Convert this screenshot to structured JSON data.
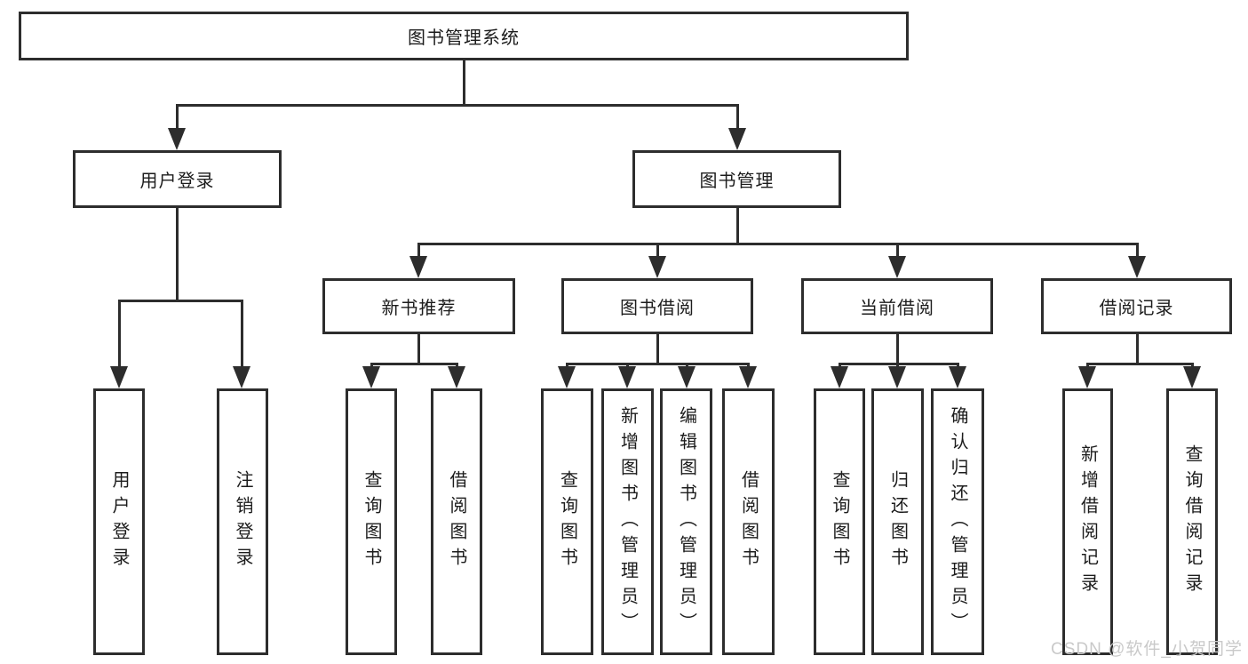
{
  "tree": {
    "root": "图书管理系统",
    "level2": [
      {
        "label": "用户登录",
        "leaves": [
          "用户登录",
          "注销登录"
        ]
      },
      {
        "label": "图书管理"
      }
    ],
    "level3": [
      {
        "label": "新书推荐",
        "leaves": [
          "查询图书",
          "借阅图书"
        ]
      },
      {
        "label": "图书借阅",
        "leaves": [
          "查询图书",
          "新增图书（管理员）",
          "编辑图书（管理员）",
          "借阅图书"
        ]
      },
      {
        "label": "当前借阅",
        "leaves": [
          "查询图书",
          "归还图书",
          "确认归还（管理员）"
        ]
      },
      {
        "label": "借阅记录",
        "leaves": [
          "新增借阅记录",
          "查询借阅记录"
        ]
      }
    ]
  },
  "watermark": "CSDN @软件_小贺同学",
  "colors": {
    "line": "#2d2d2d",
    "text": "#1c1c1c",
    "watermark": "#c9c9c9",
    "background": "#ffffff"
  }
}
